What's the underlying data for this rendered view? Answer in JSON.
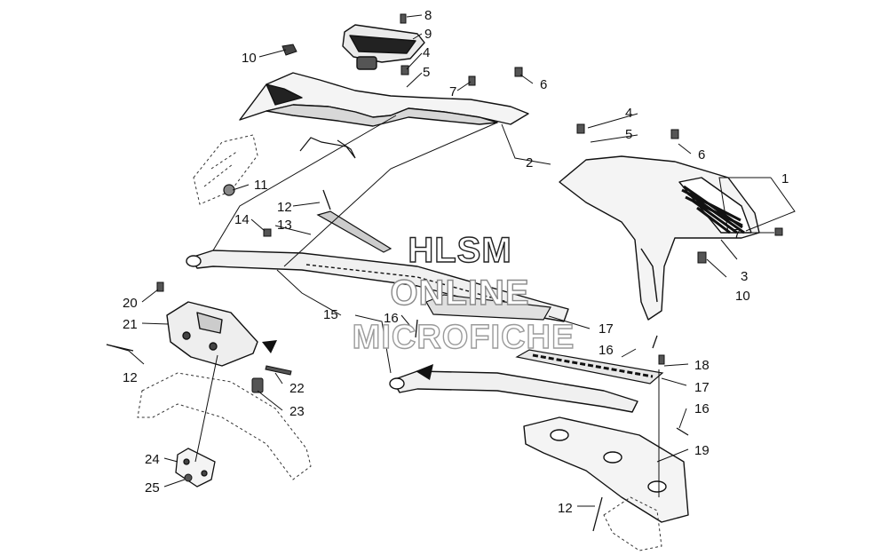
{
  "watermark": {
    "line1": "HLSM",
    "line2": "ONLINE",
    "line3": "MICROFICHE"
  },
  "callouts": {
    "c1": "1",
    "c2": "2",
    "c3": "3",
    "c4a": "4",
    "c4b": "4",
    "c5a": "5",
    "c5b": "5",
    "c6a": "6",
    "c6b": "6",
    "c7a": "7",
    "c7b": "7",
    "c8": "8",
    "c9": "9",
    "c10a": "10",
    "c10b": "10",
    "c11": "11",
    "c12a": "12",
    "c12b": "12",
    "c12c": "12",
    "c13": "13",
    "c14": "14",
    "c15": "15",
    "c16a": "16",
    "c16b": "16",
    "c16c": "16",
    "c17a": "17",
    "c17b": "17",
    "c18": "18",
    "c19": "19",
    "c20": "20",
    "c21": "21",
    "c22": "22",
    "c23": "23",
    "c24": "24",
    "c25": "25"
  },
  "colors": {
    "ink": "#111111",
    "watermark": "#8a8a8a"
  }
}
